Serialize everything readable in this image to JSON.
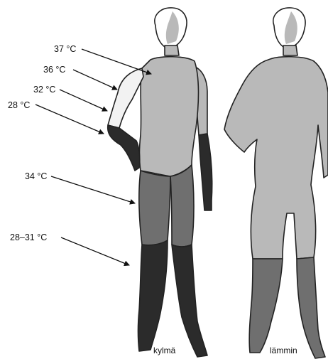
{
  "labels": {
    "t37": "37 °C",
    "t36": "36 °C",
    "t32": "32 °C",
    "t28": "28 °C",
    "t34": "34 °C",
    "t28_31": "28–31 °C"
  },
  "captions": {
    "cold": "kylmä",
    "warm": "lämmin"
  },
  "colors": {
    "core": "#b9b9b9",
    "skin_warm_limb": "#f2f2f2",
    "limb_mid": "#6f6f6f",
    "limb_dark": "#2b2b2b",
    "outline": "#222222"
  }
}
